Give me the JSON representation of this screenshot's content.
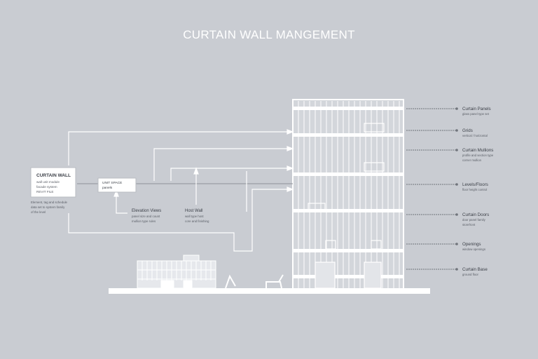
{
  "title": "CURTAIN WALL MANGEMENT",
  "colors": {
    "background": "#c9ccd2",
    "line": "#ffffff",
    "ink": "#3c4048"
  },
  "left_box": {
    "heading": "CURTAIN WALL",
    "lines": [
      "wall unit module",
      "facade system",
      "REVIT FILE"
    ],
    "caption": [
      "Element, tag and schedule",
      "data set to system family",
      "of the level"
    ]
  },
  "mid_box": {
    "lines": [
      "UNIT SPACE",
      "panels"
    ]
  },
  "label_a": {
    "heading": "Elevation Views",
    "lines": [
      "panel size and count",
      "mullion type rules"
    ]
  },
  "label_b": {
    "heading": "Host Wall",
    "lines": [
      "wall type host",
      "core and finishing"
    ]
  },
  "right_labels": [
    {
      "heading": "Curtain Panels",
      "lines": [
        "glass panel type set"
      ]
    },
    {
      "heading": "Grids",
      "lines": [
        "vertical / horizontal"
      ]
    },
    {
      "heading": "Curtain Mullions",
      "lines": [
        "profile and section type",
        "corner mullion"
      ]
    },
    {
      "heading": "Levels/Floors",
      "lines": [
        "floor height control"
      ]
    },
    {
      "heading": "Curtain Doors",
      "lines": [
        "door panel family",
        "storefront"
      ]
    },
    {
      "heading": "Openings",
      "lines": [
        "window openings"
      ]
    },
    {
      "heading": "Curtain Base",
      "lines": [
        "ground floor"
      ]
    }
  ]
}
